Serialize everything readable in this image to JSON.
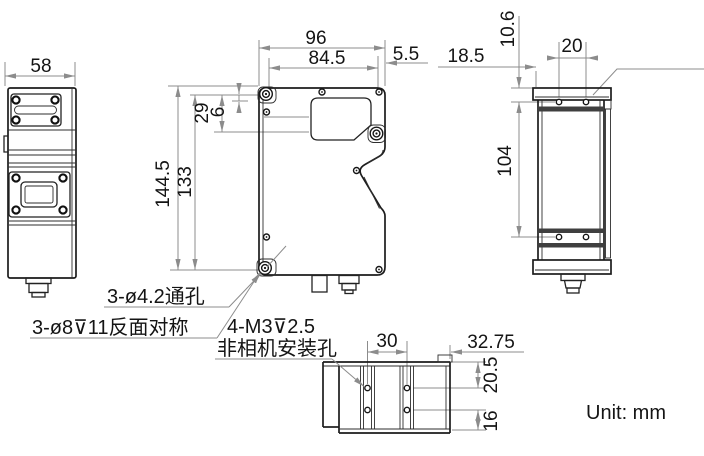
{
  "unit_label": "Unit: mm",
  "dims": {
    "left": {
      "width": "58"
    },
    "front": {
      "outer_width": "96",
      "hole_span_h": "84.5",
      "edge_offset": "5.5",
      "hole_offset_v": "29",
      "top_offset": "6",
      "outer_height": "144.5",
      "hole_span_v": "133"
    },
    "right": {
      "front_offset": "18.5",
      "top_offset": "10.6",
      "hole_spacing": "20",
      "hole_span": "104"
    },
    "bottom": {
      "hole_spacing": "30",
      "edge_offset": "32.75",
      "top_offset": "20.5",
      "bottom_offset": "16"
    }
  },
  "annotations": {
    "through_hole": "3-ø4.2通孔",
    "counterbore": "3-ø8⊽11反面对称",
    "mount_spec": "4-M3⊽2.5",
    "mount_note": "非相机安装孔"
  }
}
